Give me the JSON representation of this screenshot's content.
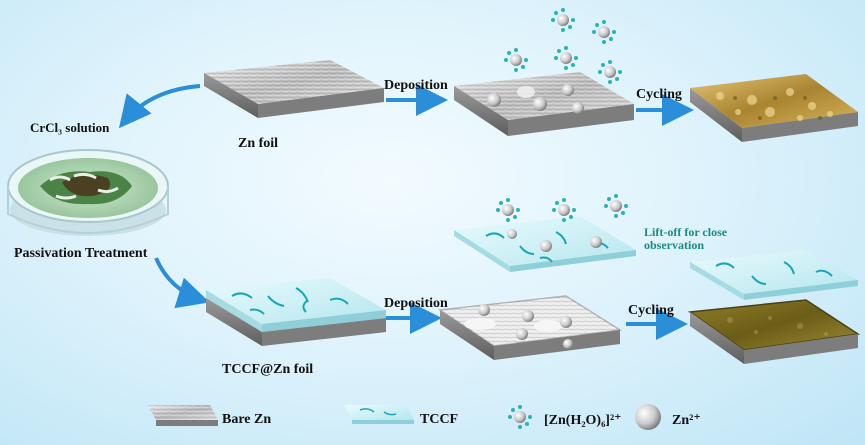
{
  "labels": {
    "crcl3": "CrCl₃ solution",
    "passivation": "Passivation Treatment",
    "zn_foil": "Zn foil",
    "tccf_zn_foil": "TCCF@Zn foil",
    "deposition_top": "Deposition",
    "deposition_bottom": "Deposition",
    "cycling_top": "Cycling",
    "cycling_bottom": "Cycling",
    "liftoff": "Lift-off for close observation"
  },
  "legend": {
    "bare_zn": "Bare Zn",
    "tccf": "TCCF",
    "hydrated_ion": "[Zn(H₂O)₆]²⁺",
    "zn_ion": "Zn²⁺"
  },
  "colors": {
    "arrow": "#2a8fd8",
    "tccf": "#bde9ef",
    "tccf_crack": "#1aa6b7",
    "dendrite": "#c9a24a",
    "dense_zn": "#8a7a24",
    "petri_green": "#3f7a3a"
  }
}
